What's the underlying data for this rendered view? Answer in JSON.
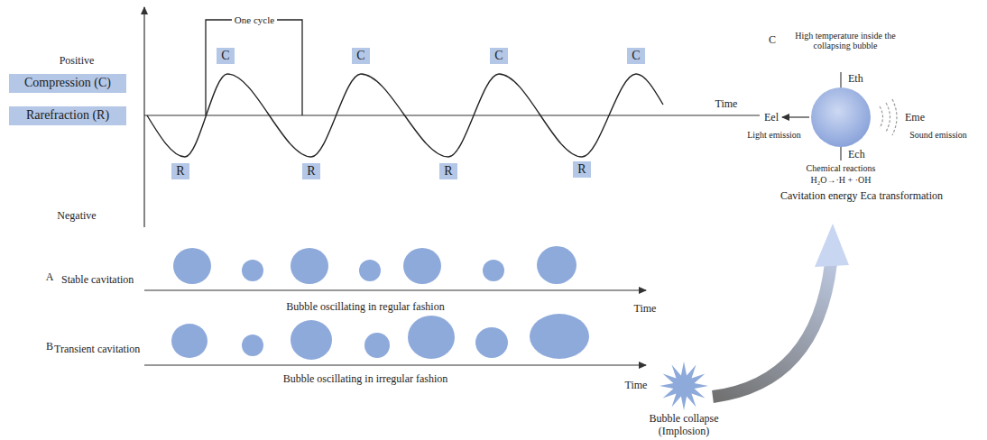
{
  "diagram": {
    "nodes": [
      {
        "text": [
          "C"
        ]
      },
      {
        "text": [
          "C"
        ]
      },
      {
        "text": [
          "C"
        ]
      },
      {
        "text": [
          "C"
        ]
      },
      {
        "text": [
          "Compression (C)"
        ]
      },
      {
        "text": [
          "Rarefraction (R)"
        ]
      },
      {
        "text": [
          "R"
        ]
      },
      {
        "text": [
          "R"
        ]
      },
      {
        "text": [
          "R"
        ]
      },
      {
        "text": [
          "R"
        ]
      }
    ],
    "labels": [
      "One cycle",
      "Positive",
      "Time",
      "Negative",
      "A",
      "Stable cavitation",
      "Time",
      "Bubble oscillating in regular fashion",
      "B",
      "Transient cavitation",
      "Bubble oscillating in irregular fashion",
      "Time",
      "Bubble collapse (Implosion)",
      "C",
      "High temperature inside the collapsing bubble",
      "Eth",
      "Eel",
      "Light emission",
      "Eme",
      "Sound emission",
      "Ech",
      "Chemical reactions",
      "H₂O→·H + ·OH",
      "Cavitation energy Eca transformation"
    ]
  }
}
